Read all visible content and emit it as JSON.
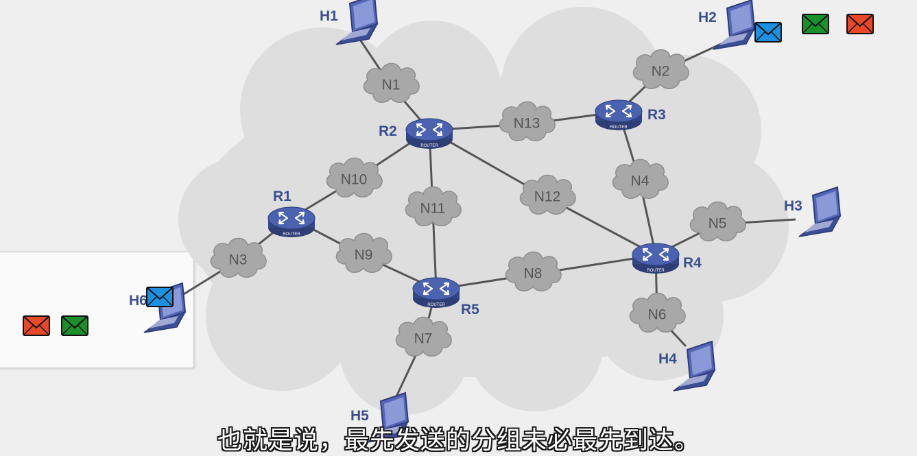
{
  "networks": [
    "N1",
    "N2",
    "N3",
    "N4",
    "N5",
    "N6",
    "N7",
    "N8",
    "N9",
    "N10",
    "N11",
    "N12",
    "N13"
  ],
  "routers": [
    "R1",
    "R2",
    "R3",
    "R4",
    "R5"
  ],
  "hosts": [
    "H1",
    "H2",
    "H3",
    "H4",
    "H5",
    "H6"
  ],
  "router_badge": "ROUTER",
  "packet_colors": {
    "blue": "#1e90e0",
    "green": "#1a8f2a",
    "red": "#e8482a"
  },
  "subtitle": "也就是说，最先发送的分组未必最先到达。"
}
